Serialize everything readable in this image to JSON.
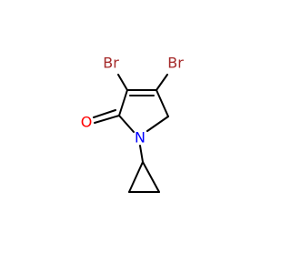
{
  "molecule": {
    "atoms": {
      "br1": {
        "symbol": "Br",
        "color": "#a52a2a"
      },
      "br2": {
        "symbol": "Br",
        "color": "#a52a2a"
      },
      "o": {
        "symbol": "O",
        "color": "#ff0000"
      },
      "n": {
        "symbol": "N",
        "color": "#0000ff"
      }
    },
    "bond_color": "#000000"
  }
}
